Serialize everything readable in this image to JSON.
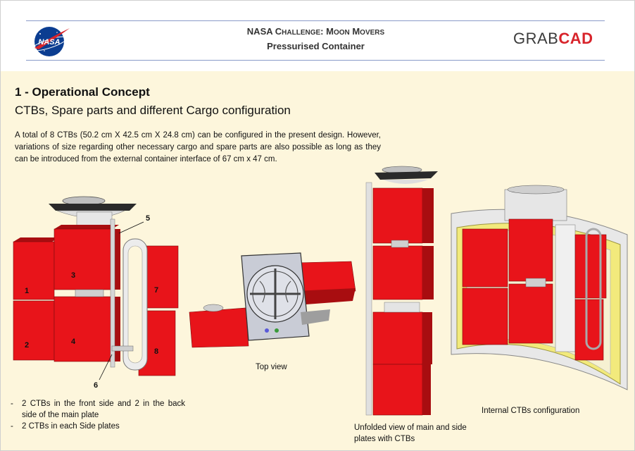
{
  "header": {
    "title_prefix_n": "NASA C",
    "title_prefix_sc": "HALLENGE",
    "title_mid_n": ": M",
    "title_mid_sc": "OON",
    "title_end_n": " M",
    "title_end_sc": "OVERS",
    "subtitle": "Pressurised Container",
    "brand_left": "GRAB",
    "brand_right": "CAD",
    "logo_text": "NASA"
  },
  "section": {
    "heading": "1 - Operational Concept",
    "subheading": "CTBs, Spare parts and different Cargo configuration",
    "paragraph": "A total of 8 CTBs (50.2 cm X 42.5 cm X 24.8 cm) can be configured in the present design. However, variations of size regarding other necessary cargo and spare parts are also possible as long as they can be introduced from the external container interface of 67 cm x 47 cm."
  },
  "figures": {
    "labels": [
      "1",
      "2",
      "3",
      "4",
      "5",
      "6",
      "7",
      "8"
    ],
    "top_view_caption": "Top view",
    "unfolded_caption": "Unfolded view of main and side plates with CTBs",
    "internal_caption": "Internal CTBs configuration"
  },
  "bullets": [
    "2 CTBs in the front side and 2 in the back side of the main plate",
    "2 CTBs in each Side plates"
  ],
  "colors": {
    "ctb_red": "#e8141a",
    "ctb_dark": "#a80d10",
    "frame_yellow": "#f2ea7c",
    "background": "#fdf6dc",
    "brand_red": "#d8242b"
  }
}
